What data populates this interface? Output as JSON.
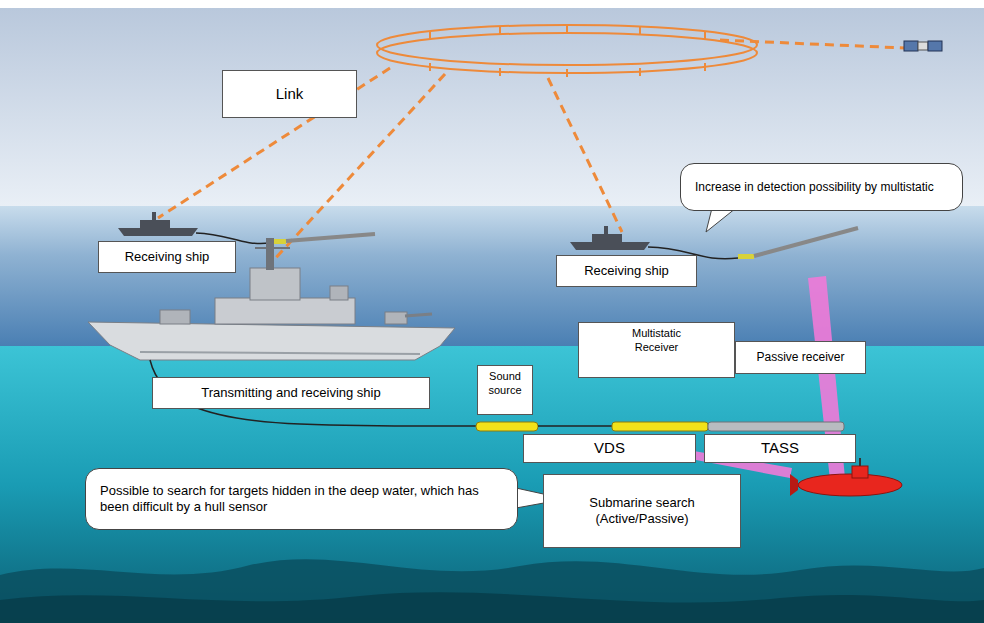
{
  "diagram": {
    "nodes": [
      {
        "text": [
          "Link"
        ]
      },
      {
        "text": [
          "Increase in detection possibility by multistatic"
        ]
      },
      {
        "text": [
          "Receiving ship"
        ]
      },
      {
        "text": [
          "Receiving ship"
        ]
      },
      {
        "text": [
          "Transmitting and receiving ship"
        ]
      },
      {
        "text": [
          "Sound source"
        ]
      },
      {
        "text": [
          "Multistatic Receiver"
        ]
      },
      {
        "text": [
          "Passive receiver"
        ]
      },
      {
        "text": [
          "VDS"
        ]
      },
      {
        "text": [
          "TASS"
        ]
      },
      {
        "text": [
          "Possible to search for targets hidden in the deep water, which has been difficult by a hull sensor"
        ]
      },
      {
        "text": [
          "Submarine search (Active/Passive)"
        ]
      }
    ]
  }
}
